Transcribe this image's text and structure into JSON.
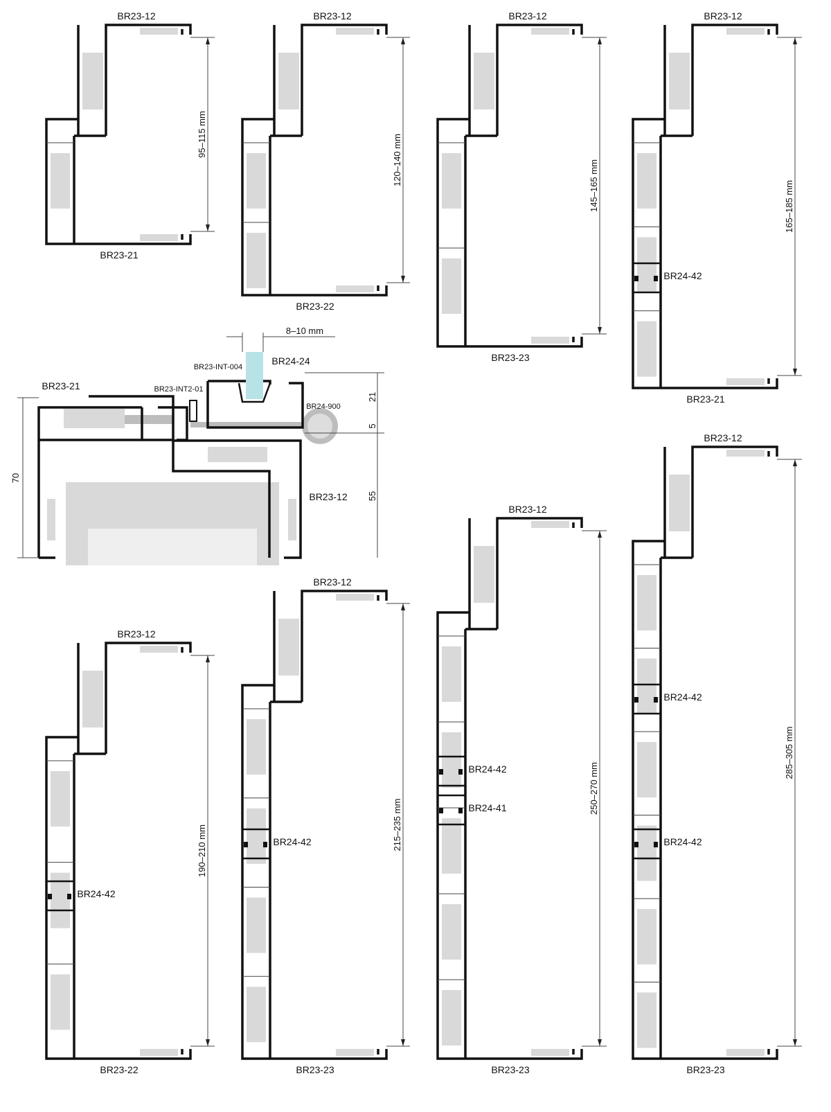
{
  "profiles": [
    {
      "top_label": "BR23-12",
      "bottom_label": "BR23-21",
      "dimension": "95–115 mm",
      "connectors": []
    },
    {
      "top_label": "BR23-12",
      "bottom_label": "BR23-22",
      "dimension": "120–140 mm",
      "connectors": []
    },
    {
      "top_label": "BR23-12",
      "bottom_label": "BR23-23",
      "dimension": "145–165 mm",
      "connectors": []
    },
    {
      "top_label": "BR23-12",
      "bottom_label": "BR23-21",
      "dimension": "165–185 mm",
      "connectors": [
        "BR24-42"
      ]
    },
    {
      "top_label": "BR23-12",
      "bottom_label": "BR23-22",
      "dimension": "190–210 mm",
      "connectors": [
        "BR24-42"
      ]
    },
    {
      "top_label": "BR23-12",
      "bottom_label": "BR23-23",
      "dimension": "215–235 mm",
      "connectors": [
        "BR24-42"
      ]
    },
    {
      "top_label": "BR23-12",
      "bottom_label": "BR23-23",
      "dimension": "250–270 mm",
      "connectors": [
        "BR24-42",
        "BR24-41"
      ]
    },
    {
      "top_label": "BR23-12",
      "bottom_label": "BR23-23",
      "dimension": "285–305 mm",
      "connectors": [
        "BR24-42",
        "BR24-42"
      ]
    }
  ],
  "detail": {
    "glass_thickness": "8–10 mm",
    "gasket": "BR23-INT-004",
    "glass_profile": "BR24-24",
    "frame": "BR23-21",
    "seal": "BR23-INT2-01",
    "screw": "BR24-900",
    "box": "BR23-12",
    "dim_total": "70",
    "dim_top": "21",
    "dim_gap": "5",
    "dim_bottom": "55"
  },
  "colors": {
    "line": "#111111",
    "insert": "#d9d9d9",
    "glass": "#b7e3e6",
    "screw": "#bdbdbd"
  }
}
